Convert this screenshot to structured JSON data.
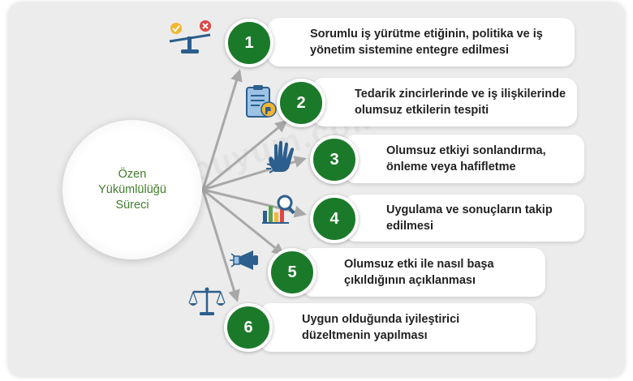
{
  "center": {
    "title": "Özen\nYükümlülüğü\nSüreci"
  },
  "watermark": "yesilbuyum.com",
  "steps": [
    {
      "number": "1",
      "text": "Sorumlu iş yürütme etiğinin, politika ve iş yönetim sistemine entegre edilmesi",
      "icon": "balance-scale-check-icon"
    },
    {
      "number": "2",
      "text": "Tedarik zincirlerinde ve iş ilişkilerinde olumsuz etkilerin tespiti",
      "icon": "clipboard-thumbs-down-icon"
    },
    {
      "number": "3",
      "text": "Olumsuz etkiyi sonlandırma, önleme veya hafifletme",
      "icon": "hand-stop-icon"
    },
    {
      "number": "4",
      "text": "Uygulama ve sonuçların takip edilmesi",
      "icon": "chart-magnifier-icon"
    },
    {
      "number": "5",
      "text": "Olumsuz etki ile nasıl başa çıkıldığının açıklanması",
      "icon": "megaphone-icon"
    },
    {
      "number": "6",
      "text": "Uygun olduğunda iyileştirici düzeltmenin yapılması",
      "icon": "justice-scales-icon"
    }
  ],
  "colors": {
    "accent_green": "#1b7a2a",
    "center_text": "#3f7d2b",
    "arrow": "#a8a8a8"
  }
}
